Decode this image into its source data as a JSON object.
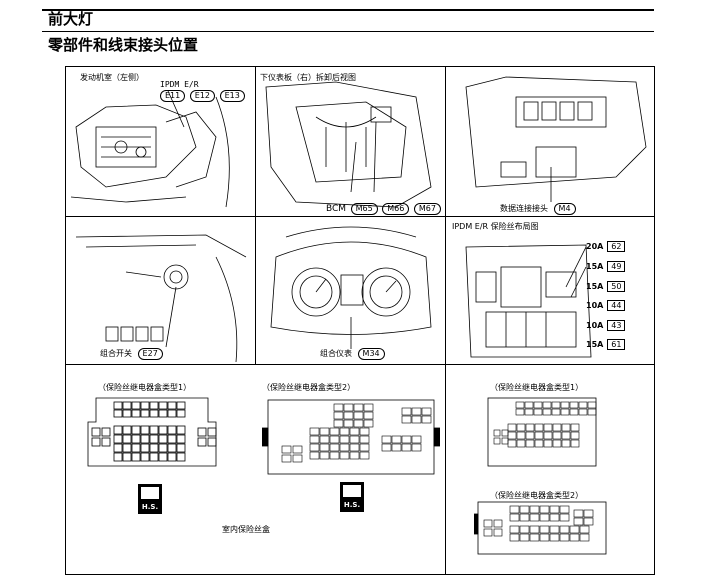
{
  "header": {
    "title": "前大灯",
    "subtitle": "零部件和线束接头位置"
  },
  "panels": {
    "engine_room": {
      "label": "发动机室（左侧）",
      "component": "IPDM E/R",
      "connectors": [
        "E11",
        "E12",
        "E13"
      ]
    },
    "instrument_lower": {
      "label": "下仪表板（右）拆卸后视图",
      "component": "BCM",
      "connectors": [
        "M65",
        "M66",
        "M67"
      ]
    },
    "data_link": {
      "component": "数据连接接头",
      "connectors": [
        "M4"
      ]
    },
    "combo_switch": {
      "component": "组合开关",
      "connectors": [
        "E27"
      ]
    },
    "combo_meter": {
      "component": "组合仪表",
      "connectors": [
        "M34"
      ]
    },
    "fuse_layout": {
      "label": "IPDM E/R 保险丝布局图",
      "fuses": [
        {
          "amp": "20A",
          "num": "62"
        },
        {
          "amp": "15A",
          "num": "49"
        },
        {
          "amp": "15A",
          "num": "50"
        },
        {
          "amp": "10A",
          "num": "44"
        },
        {
          "amp": "10A",
          "num": "43"
        },
        {
          "amp": "15A",
          "num": "61"
        }
      ]
    }
  },
  "fuse_boxes": {
    "type1_label": "（保险丝继电器盒类型1）",
    "type2_label": "（保险丝继电器盒类型2）",
    "type1_right_label": "（保险丝继电器盒类型1）",
    "type2_right_label": "（保险丝继电器盒类型2）",
    "hs_label": "H.S.",
    "interior_label": "室内保险丝盒"
  }
}
